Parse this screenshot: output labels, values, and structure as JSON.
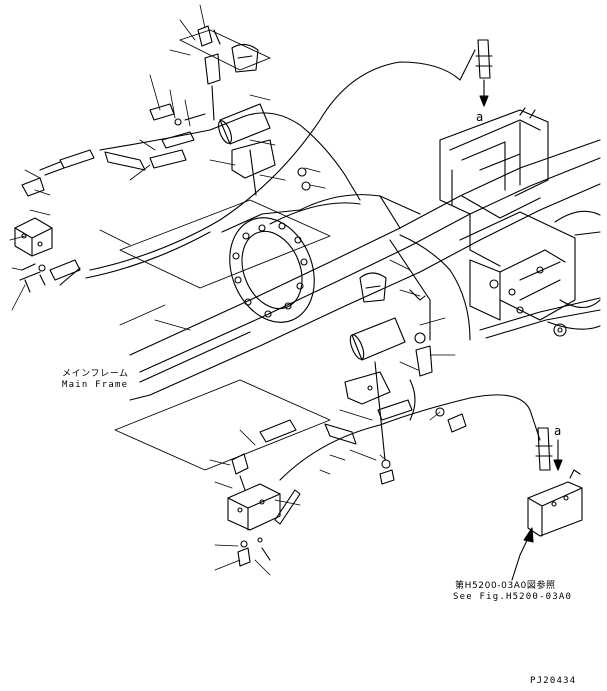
{
  "labels": {
    "main_frame_jp": "メインフレーム",
    "main_frame_en": "Main Frame",
    "letter_a_top": "a",
    "letter_a_bottom": "a",
    "ref_jp": "第H5200-03A0図参照",
    "ref_en": "See Fig.H5200-03A0",
    "page_code": "PJ20434"
  },
  "colors": {
    "ink": "#000000",
    "paper": "#ffffff"
  }
}
